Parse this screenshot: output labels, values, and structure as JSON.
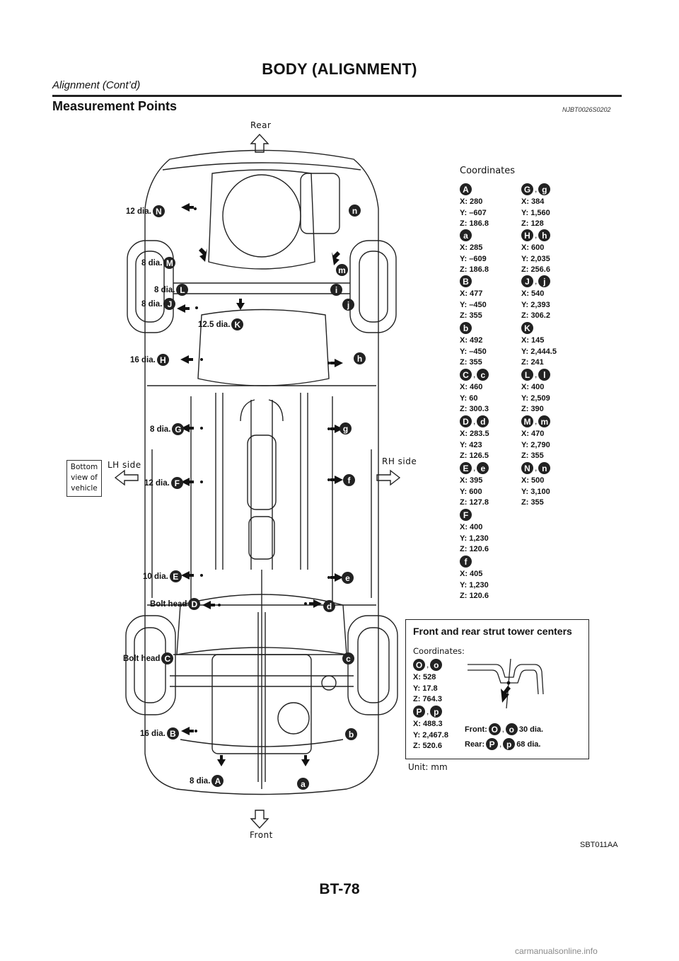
{
  "header": {
    "title": "BODY (ALIGNMENT)",
    "subtitle": "Alignment (Cont’d)"
  },
  "section": {
    "title": "Measurement Points",
    "code": "NJBT0026S0202"
  },
  "diagram": {
    "rear_label": "Rear",
    "front_label": "Front",
    "lh_side_label": "LH side",
    "rh_side_label": "RH side",
    "bottom_view": [
      "Bottom",
      "view of",
      "vehicle"
    ],
    "left_callouts": [
      {
        "text": "12 dia.",
        "letter": "N"
      },
      {
        "text": "8 dia.",
        "letter": "M"
      },
      {
        "text": "8 dia.",
        "letter": "L"
      },
      {
        "text": "8 dia.",
        "letter": "J"
      },
      {
        "text": "12.5 dia.",
        "letter": "K"
      },
      {
        "text": "16 dia.",
        "letter": "H"
      },
      {
        "text": "8 dia.",
        "letter": "G"
      },
      {
        "text": "12 dia.",
        "letter": "F"
      },
      {
        "text": "10 dia.",
        "letter": "E"
      },
      {
        "text": "Bolt head",
        "letter": "D"
      },
      {
        "text": "Bolt head",
        "letter": "C"
      },
      {
        "text": "16 dia.",
        "letter": "B"
      },
      {
        "text": "8 dia.",
        "letter": "A"
      }
    ],
    "right_letters": [
      "n",
      "m",
      "i",
      "j",
      "h",
      "g",
      "f",
      "e",
      "d",
      "c",
      "b",
      "a"
    ]
  },
  "coordinates": {
    "title": "Coordinates",
    "left_column": [
      {
        "points": [
          "A"
        ],
        "x": "X: 280",
        "y": "Y: –607",
        "z": "Z: 186.8"
      },
      {
        "points": [
          "a"
        ],
        "x": "X: 285",
        "y": "Y: –609",
        "z": "Z: 186.8"
      },
      {
        "points": [
          "B"
        ],
        "x": "X: 477",
        "y": "Y: –450",
        "z": "Z: 355"
      },
      {
        "points": [
          "b"
        ],
        "x": "X: 492",
        "y": "Y: –450",
        "z": "Z: 355"
      },
      {
        "points": [
          "C",
          "c"
        ],
        "x": "X: 460",
        "y": "Y: 60",
        "z": "Z: 300.3"
      },
      {
        "points": [
          "D",
          "d"
        ],
        "x": "X: 283.5",
        "y": "Y: 423",
        "z": "Z: 126.5"
      },
      {
        "points": [
          "E",
          "e"
        ],
        "x": "X: 395",
        "y": "Y: 600",
        "z": "Z: 127.8"
      },
      {
        "points": [
          "F"
        ],
        "x": "X: 400",
        "y": "Y: 1,230",
        "z": "Z: 120.6"
      },
      {
        "points": [
          "f"
        ],
        "x": "X: 405",
        "y": "Y: 1,230",
        "z": "Z: 120.6"
      }
    ],
    "right_column": [
      {
        "points": [
          "G",
          "g"
        ],
        "x": "X: 384",
        "y": "Y: 1,560",
        "z": "Z: 128"
      },
      {
        "points": [
          "H",
          "h"
        ],
        "x": "X: 600",
        "y": "Y: 2,035",
        "z": "Z: 256.6"
      },
      {
        "points": [
          "J",
          "j"
        ],
        "x": "X: 540",
        "y": "Y: 2,393",
        "z": "Z: 306.2"
      },
      {
        "points": [
          "K"
        ],
        "x": "X: 145",
        "y": "Y: 2,444.5",
        "z": "Z: 241"
      },
      {
        "points": [
          "L",
          "l"
        ],
        "x": "X: 400",
        "y": "Y: 2,509",
        "z": "Z: 390"
      },
      {
        "points": [
          "M",
          "m"
        ],
        "x": "X: 470",
        "y": "Y: 2,790",
        "z": "Z: 355"
      },
      {
        "points": [
          "N",
          "n"
        ],
        "x": "X: 500",
        "y": "Y: 3,100",
        "z": "Z: 355"
      }
    ]
  },
  "strut_box": {
    "title": "Front and rear strut tower centers",
    "coords_label": "Coordinates:",
    "o_block": {
      "points": [
        "O",
        "o"
      ],
      "x": "X: 528",
      "y": "Y: 17.8",
      "z": "Z: 764.3"
    },
    "p_block": {
      "points": [
        "P",
        "p"
      ],
      "x": "X: 488.3",
      "y": "Y: 2,467.8",
      "z": "Z: 520.6"
    },
    "front_label": "Front:",
    "front_points": [
      "O",
      "o"
    ],
    "front_dia": "30 dia.",
    "rear_label": "Rear:",
    "rear_points": [
      "P",
      "p"
    ],
    "rear_dia": "68 dia."
  },
  "unit": "Unit: mm",
  "figure_code": "SBT011AA",
  "page_number": "BT-78",
  "watermark": "carmanualsonline.info"
}
